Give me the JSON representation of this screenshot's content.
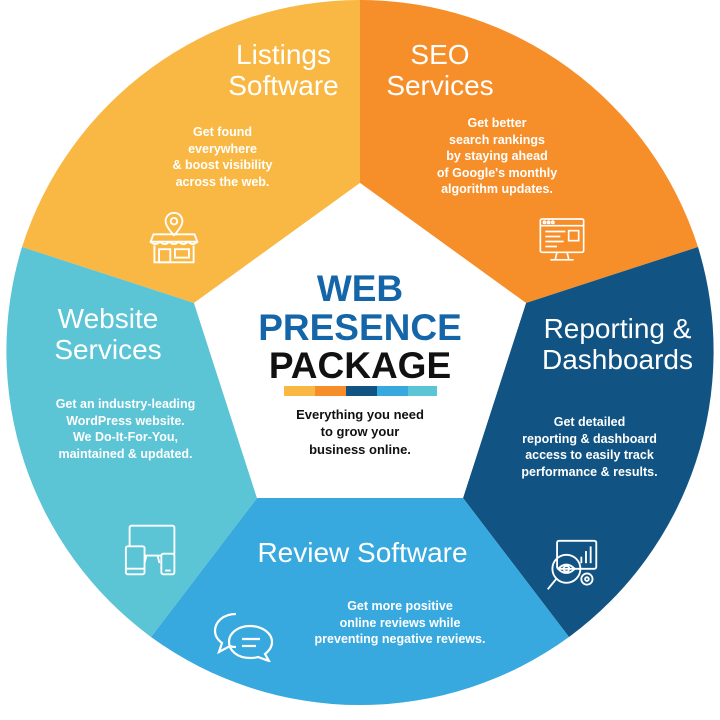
{
  "colors": {
    "listings": "#f8b843",
    "seo": "#f68f2a",
    "reporting": "#115483",
    "review": "#38a9de",
    "website": "#5bc4d5",
    "center_blue": "#1466a8",
    "center_dark": "#111111"
  },
  "center": {
    "line1": "WEB",
    "line2": "PRESENCE",
    "line3": "PACKAGE",
    "tagline": "Everything you need\nto grow your\nbusiness online."
  },
  "segments": [
    {
      "key": "listings",
      "title": "Listings\nSoftware",
      "description": "Get found\neverywhere\n& boost visibility\nacross the web.",
      "icon": "storefront-pin-icon"
    },
    {
      "key": "seo",
      "title": "SEO\nServices",
      "description": "Get better\nsearch rankings\nby staying ahead\nof Google's monthly\nalgorithm updates.",
      "icon": "web-browser-code-icon"
    },
    {
      "key": "reporting",
      "title": "Reporting &\nDashboards",
      "description": "Get detailed\nreporting & dashboard\naccess to easily track\nperformance & results.",
      "icon": "analytics-magnifier-icon"
    },
    {
      "key": "review",
      "title": "Review Software",
      "description": "Get more positive\nonline reviews while\npreventing negative reviews.",
      "icon": "speech-bubbles-icon"
    },
    {
      "key": "website",
      "title": "Website\nServices",
      "description": "Get an industry-leading\nWordPress website.\nWe Do-It-For-You,\nmaintained & updated.",
      "icon": "responsive-devices-icon"
    }
  ]
}
